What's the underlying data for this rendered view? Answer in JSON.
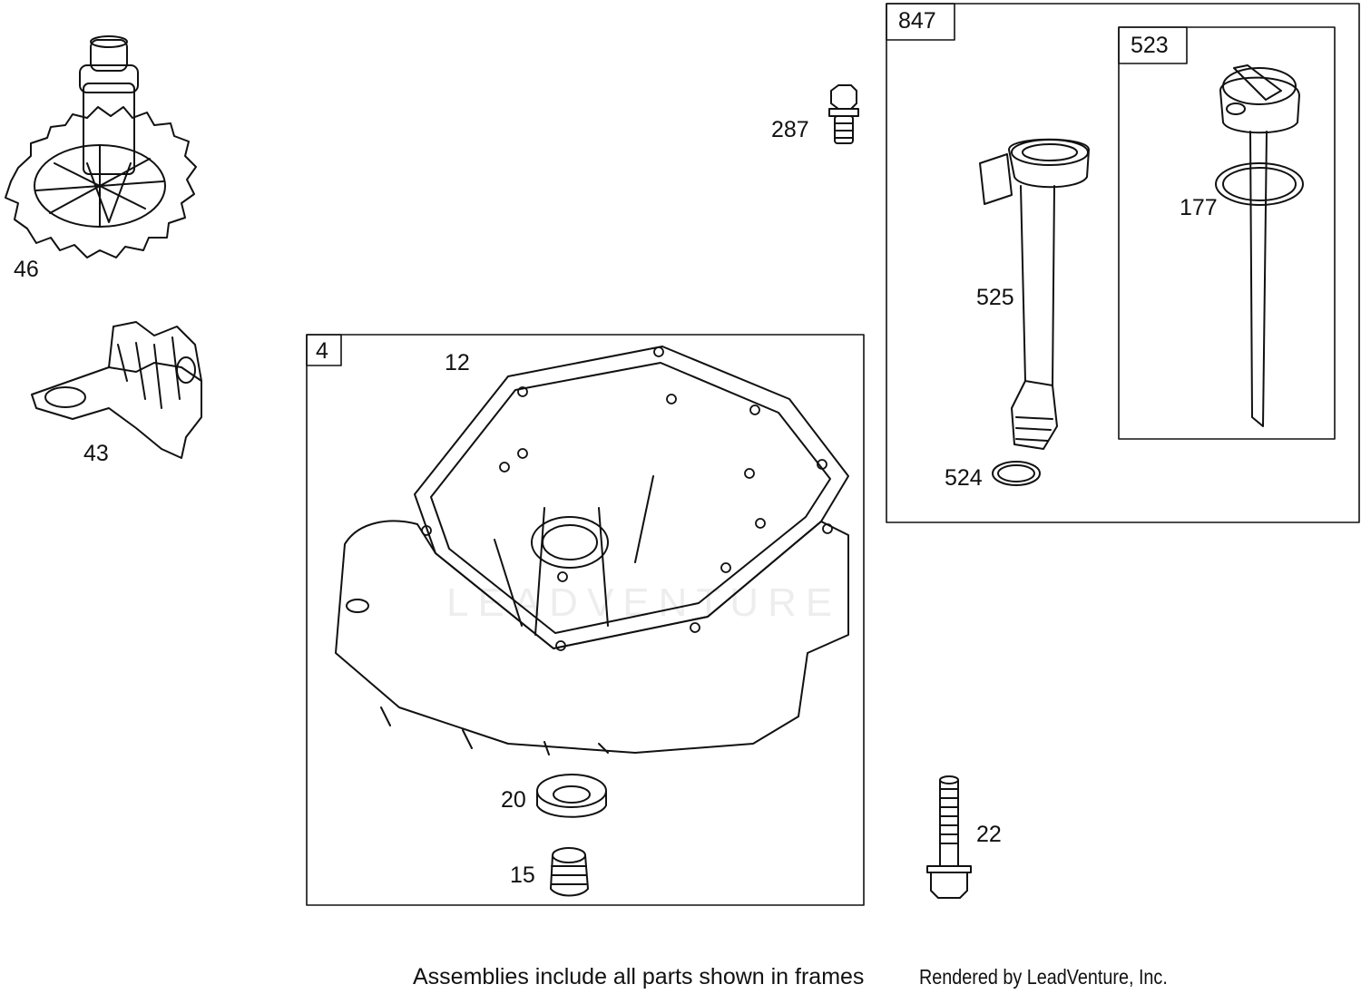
{
  "frames": {
    "crankcase_assembly": "4",
    "dipstick_tube_assembly": "847",
    "dipstick_assembly": "523"
  },
  "parts": {
    "governor_gear": "46",
    "governor_crank": "43",
    "sump_gasket": "12",
    "oil_seal": "20",
    "oil_drain_plug": "15",
    "screw_287": "287",
    "screw_22": "22",
    "dipstick_tube": "525",
    "tube_oring": "524",
    "dipstick_oring": "177"
  },
  "footer": {
    "note": "Assemblies include all parts shown in frames",
    "credit": "Rendered by LeadVenture, Inc."
  },
  "watermark": "LEADVENTURE",
  "colors": {
    "line": "#111111",
    "background": "#ffffff"
  }
}
